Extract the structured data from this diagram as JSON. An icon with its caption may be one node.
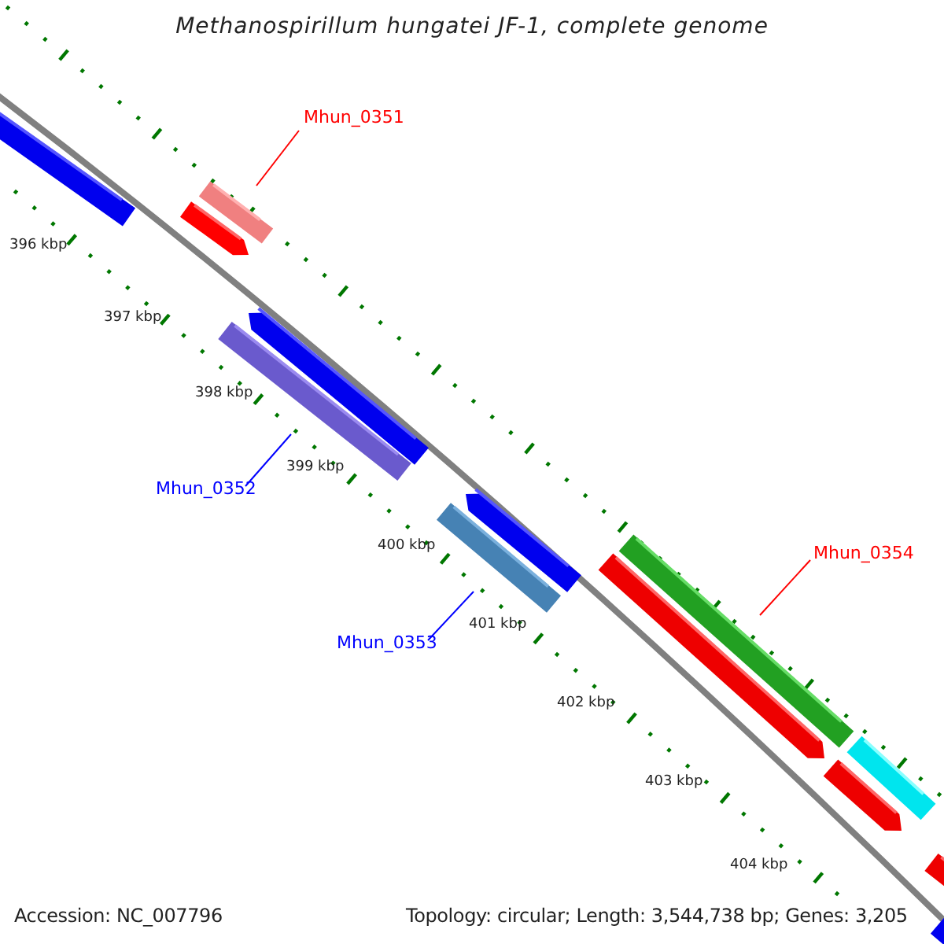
{
  "diagram": {
    "title": "Methanospirillum hungatei JF-1, complete genome",
    "nodes": [
      {
        "text": [
          "Mhun_0351"
        ]
      },
      {
        "text": [],
        "shape": "bar"
      },
      {
        "text": [
          "Mhun_0352"
        ]
      },
      {
        "text": [],
        "shape": "bar"
      },
      {
        "text": [
          "Mhun_0353"
        ]
      },
      {
        "text": [],
        "shape": "bar"
      },
      {
        "text": [
          "Mhun_0354"
        ]
      },
      {
        "text": [],
        "shape": "bar"
      }
    ],
    "edges": [
      {
        "from": 0,
        "to": 1,
        "arrow": "none",
        "color": "#ff0000"
      },
      {
        "from": 2,
        "to": 3,
        "arrow": "none",
        "color": "#0000ff"
      },
      {
        "from": 4,
        "to": 5,
        "arrow": "none",
        "color": "#0000ff"
      },
      {
        "from": 6,
        "to": 7,
        "arrow": "none",
        "color": "#ff0000"
      }
    ],
    "labels": [
      "396 kbp",
      "397 kbp",
      "398 kbp",
      "399 kbp",
      "400 kbp",
      "401 kbp",
      "402 kbp",
      "403 kbp",
      "404 kbp",
      "Accession: NC_007796",
      "Topology: circular; Length: 3,544,738 bp; Genes: 3,205"
    ]
  }
}
